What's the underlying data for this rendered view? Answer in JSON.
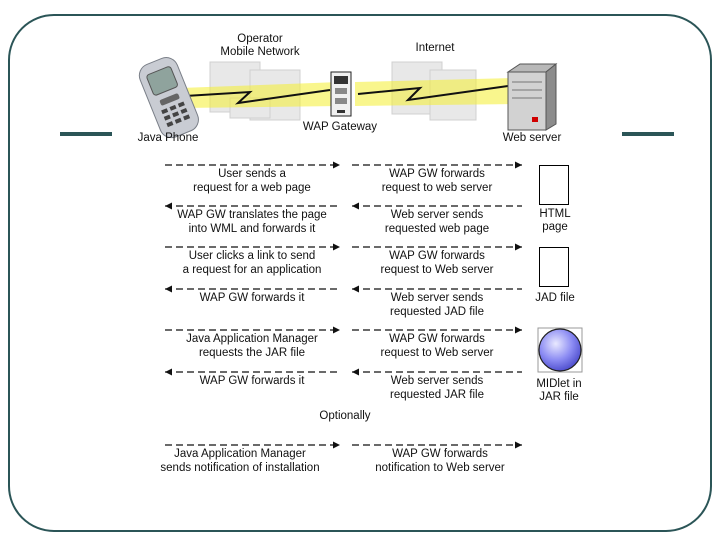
{
  "header": {
    "operator_label": "Operator\nMobile Network",
    "internet_label": "Internet",
    "phone_label": "Java Phone",
    "gateway_label": "WAP Gateway",
    "server_label": "Web server"
  },
  "rows": [
    {
      "left": "User sends a\nrequest for a web page",
      "right": "WAP GW forwards\nrequest to web server",
      "direction": "right",
      "artifact": "",
      "artifact_icon": "blank-document-icon"
    },
    {
      "left": "WAP GW translates the page\ninto WML and forwards it",
      "right": "Web server sends\nrequested web page",
      "direction": "left",
      "artifact": "HTML\npage",
      "artifact_icon": ""
    },
    {
      "left": "User clicks a link to send\na request for an application",
      "right": "WAP GW forwards\nrequest to Web server",
      "direction": "right",
      "artifact": "",
      "artifact_icon": "blank-document-icon"
    },
    {
      "left": "WAP GW forwards it",
      "right": "Web server sends\nrequested JAD file",
      "direction": "left",
      "artifact": "JAD file",
      "artifact_icon": ""
    },
    {
      "left": "Java Application Manager\nrequests the JAR file",
      "right": "WAP GW forwards\nrequest to Web server",
      "direction": "right",
      "artifact": "",
      "artifact_icon": "sphere-icon"
    },
    {
      "left": "WAP GW forwards it",
      "right": "Web server sends\nrequested JAR file",
      "direction": "left",
      "artifact": "MIDlet in\nJAR file",
      "artifact_icon": ""
    }
  ],
  "optional_label": "Optionally",
  "optional_row": {
    "left": "Java Application Manager\nsends notification of installation",
    "right": "WAP GW forwards\nnotification to Web server",
    "direction": "right"
  },
  "colors": {
    "frame": "#2b5557",
    "lightning": "#f2e600",
    "sphere": "#7f7ff0"
  }
}
